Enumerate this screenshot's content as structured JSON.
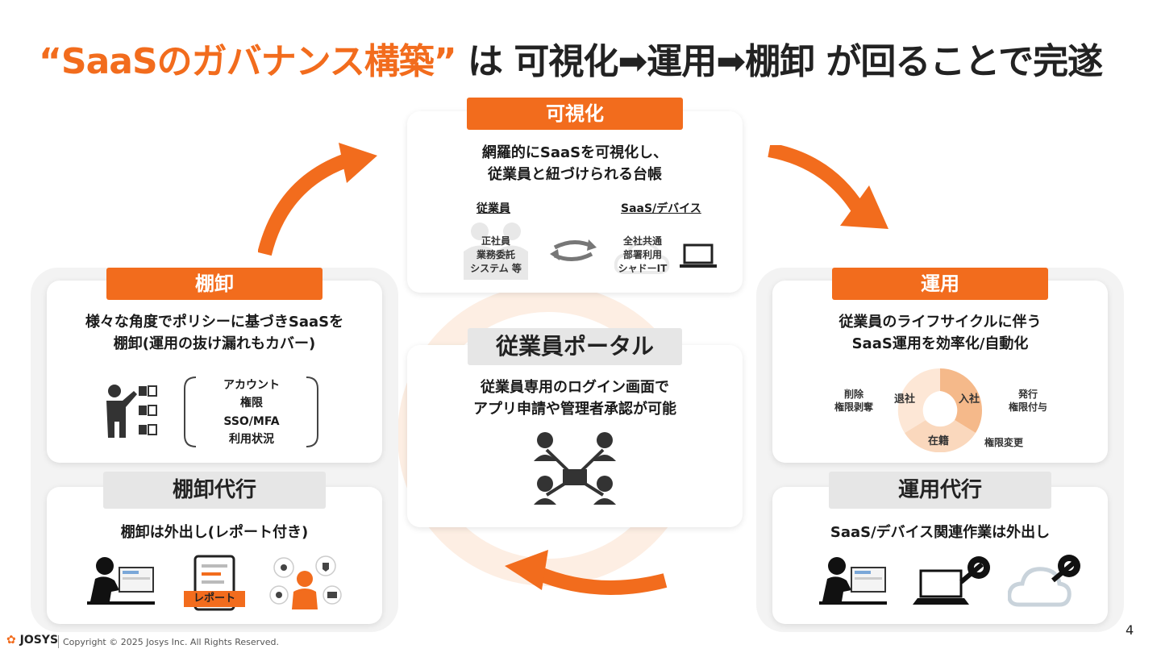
{
  "title": {
    "highlight": "“SaaSのガバナンス構築”",
    "rest": " は 可視化➡運用➡棚卸 が回ることで完遂"
  },
  "visualize": {
    "label": "可視化",
    "desc": [
      "網羅的にSaaSを可視化し、",
      "従業員と紐づけられる台帳"
    ],
    "employee_heading": "従業員",
    "employee_items": [
      "正社員",
      "業務委託",
      "システム 等"
    ],
    "saas_heading": "SaaS/デバイス",
    "saas_items": [
      "全社共通",
      "部署利用",
      "シャドーIT"
    ]
  },
  "inventory": {
    "label": "棚卸",
    "desc": [
      "様々な角度でポリシーに基づきSaaSを",
      "棚卸(運用の抜け漏れもカバー)"
    ],
    "items": [
      "アカウント",
      "権限",
      "SSO/MFA",
      "利用状況"
    ]
  },
  "inventory_agency": {
    "label": "棚卸代行",
    "desc": "棚卸は外出し(レポート付き)",
    "report_tag": "レポート"
  },
  "portal": {
    "label": "従業員ポータル",
    "desc": [
      "従業員専用のログイン画面で",
      "アプリ申請や管理者承認が可能"
    ]
  },
  "operation": {
    "label": "運用",
    "desc": [
      "従業員のライフサイクルに伴う",
      "SaaS運用を効率化/自動化"
    ],
    "donut_segments": [
      "入社",
      "在籍",
      "退社"
    ],
    "annotations": {
      "right": [
        "発行",
        "権限付与"
      ],
      "bottom": "権限変更",
      "left": [
        "削除",
        "権限剥奪"
      ]
    }
  },
  "operation_agency": {
    "label": "運用代行",
    "desc": "SaaS/デバイス関連作業は外出し"
  },
  "footer": {
    "logo": "JOSYS",
    "copyright": "Copyright © 2025 Josys Inc. All Rights Reserved.",
    "page": "4"
  },
  "colors": {
    "accent": "#f26c1d",
    "accent_light": "#f5b98a",
    "gray_label": "#e6e6e6"
  }
}
